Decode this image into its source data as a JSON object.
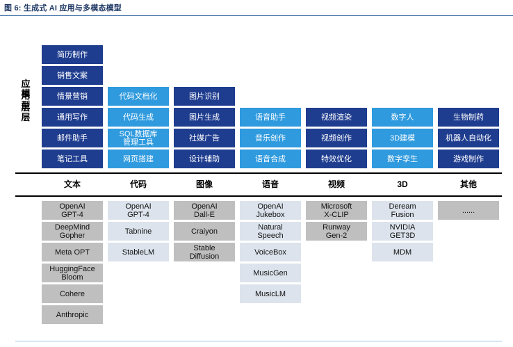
{
  "figure": {
    "title": "图 6: 生成式 AI 应用与多模态模型",
    "accent_color": "#1f3864",
    "rule_color": "#4472a8"
  },
  "layers": {
    "application_label": [
      "应",
      "用",
      "层"
    ],
    "model_label": [
      "模",
      "型",
      "层"
    ]
  },
  "categories": [
    "文本",
    "代码",
    "图像",
    "语音",
    "视频",
    "3D",
    "其他"
  ],
  "colors": {
    "app_dark": "#1f3d8f",
    "app_light": "#2f9ade",
    "model_gray": "#bfbfbf",
    "model_pale": "#dce3ec"
  },
  "application_layer": [
    {
      "category": "文本",
      "tone": "dark",
      "items": [
        "简历制作",
        "销售文案",
        "情景营销",
        "通用写作",
        "邮件助手",
        "笔记工具"
      ]
    },
    {
      "category": "代码",
      "tone": "light",
      "items": [
        "代码文档化",
        "代码生成",
        "SQL数据库\n管理工具",
        "网页搭建"
      ]
    },
    {
      "category": "图像",
      "tone": "dark",
      "items": [
        "图片识别",
        "图片生成",
        "社媒广告",
        "设计辅助"
      ]
    },
    {
      "category": "语音",
      "tone": "light",
      "items": [
        "语音助手",
        "音乐创作",
        "语音合成"
      ]
    },
    {
      "category": "视频",
      "tone": "dark",
      "items": [
        "视频渲染",
        "视频创作",
        "特效优化"
      ]
    },
    {
      "category": "3D",
      "tone": "light",
      "items": [
        "数字人",
        "3D建模",
        "数字孪生"
      ]
    },
    {
      "category": "其他",
      "tone": "dark",
      "items": [
        "生物制药",
        "机器人自动化",
        "游戏制作"
      ]
    }
  ],
  "model_layer": [
    {
      "category": "文本",
      "tone": "gray",
      "items": [
        "OpenAI\nGPT-4",
        "DeepMind\nGopher",
        "Meta OPT",
        "HuggingFace\nBloom",
        "Cohere",
        "Anthropic"
      ]
    },
    {
      "category": "代码",
      "tone": "pale",
      "items": [
        "OpenAI\nGPT-4",
        "Tabnine",
        "StableLM"
      ]
    },
    {
      "category": "图像",
      "tone": "gray",
      "items": [
        "OpenAI\nDall-E",
        "Craiyon",
        "Stable\nDiffusion"
      ]
    },
    {
      "category": "语音",
      "tone": "pale",
      "items": [
        "OpenAI\nJukebox",
        "Natural\nSpeech",
        "VoiceBox",
        "MusicGen",
        "MusicLM"
      ]
    },
    {
      "category": "视频",
      "tone": "gray",
      "items": [
        "Microsoft\nX-CLIP",
        "Runway\nGen-2"
      ]
    },
    {
      "category": "3D",
      "tone": "pale",
      "items": [
        "Deream\nFusion",
        "NVIDIA\nGET3D",
        "MDM"
      ]
    },
    {
      "category": "其他",
      "tone": "gray",
      "items": [
        "......"
      ]
    }
  ]
}
